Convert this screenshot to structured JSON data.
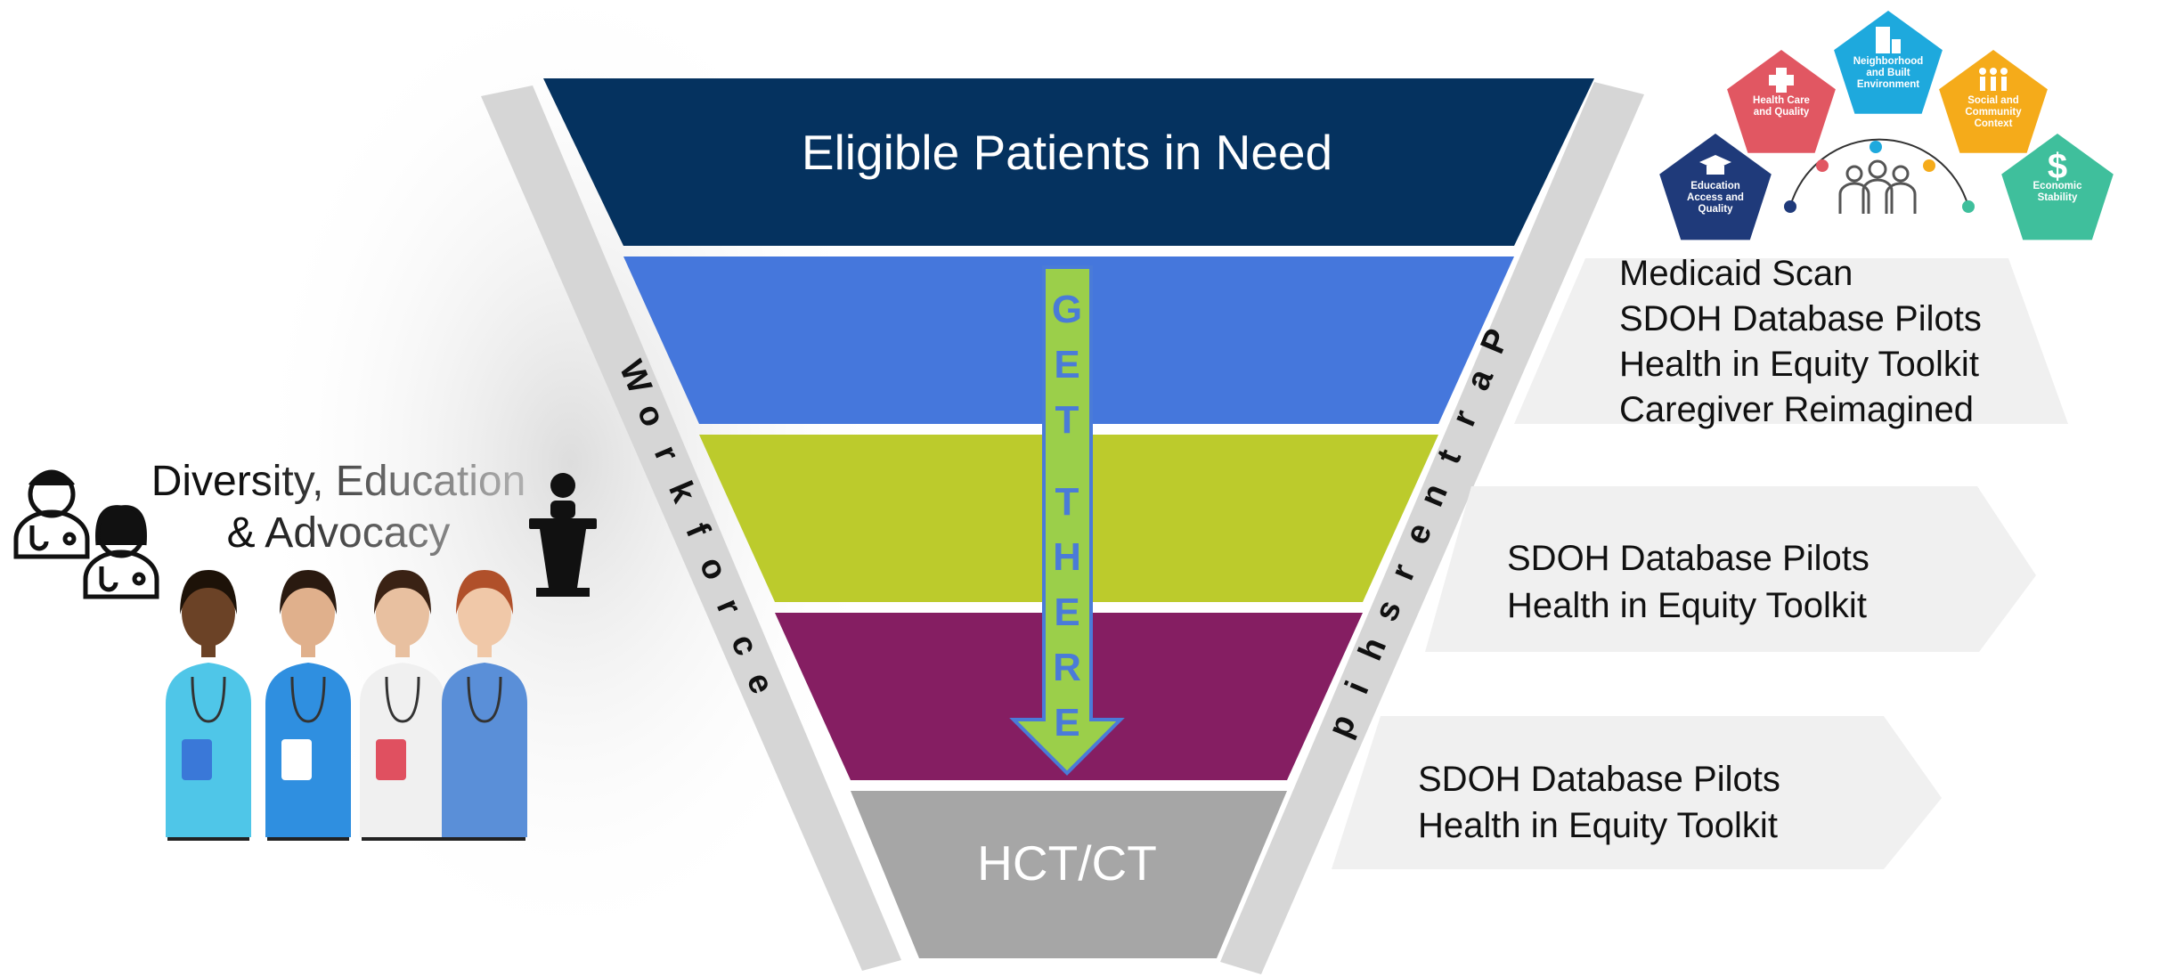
{
  "funnel": {
    "bands": [
      {
        "label": "Eligible Patients in Need",
        "color": "#05325f"
      },
      {
        "label": "",
        "color": "#4577dc"
      },
      {
        "label": "",
        "color": "#bccb2c"
      },
      {
        "label": "",
        "color": "#851e62"
      },
      {
        "label": "HCT/CT",
        "color": "#a6a6a6"
      }
    ],
    "arrow_text": "GET THERE",
    "arrow_color": "#9bcf4a",
    "left_rail": "Workforce",
    "right_rail": "Partnership"
  },
  "left": {
    "heading_line1": "Diversity, Education",
    "heading_line2": "& Advocacy",
    "icons": [
      "doctor-male-icon",
      "doctor-female-icon",
      "speaker-podium-icon"
    ],
    "illustration": "healthcare-workers-group"
  },
  "right": {
    "callouts": [
      {
        "lines": [
          "Medicaid Scan",
          "SDOH Database Pilots",
          "Health in Equity Toolkit",
          "Caregiver Reimagined"
        ]
      },
      {
        "lines": [
          "SDOH Database Pilots",
          "Health in Equity Toolkit"
        ]
      },
      {
        "lines": [
          "SDOH Database Pilots",
          "Health in Equity Toolkit"
        ]
      }
    ]
  },
  "sdoh": {
    "domains": [
      {
        "label": [
          "Education",
          "Access and",
          "Quality"
        ],
        "color": "#1f3a7a",
        "icon": "graduation-cap-icon"
      },
      {
        "label": [
          "Health Care",
          "and Quality"
        ],
        "color": "#e15762",
        "icon": "medical-cross-icon"
      },
      {
        "label": [
          "Neighborhood",
          "and Built",
          "Environment"
        ],
        "color": "#1ea9dd",
        "icon": "buildings-icon"
      },
      {
        "label": [
          "Social and",
          "Community",
          "Context"
        ],
        "color": "#f5ab1a",
        "icon": "people-raised-hands-icon"
      },
      {
        "label": [
          "Economic",
          "Stability"
        ],
        "color": "#3fbf9c",
        "icon": "dollar-icon"
      }
    ]
  }
}
